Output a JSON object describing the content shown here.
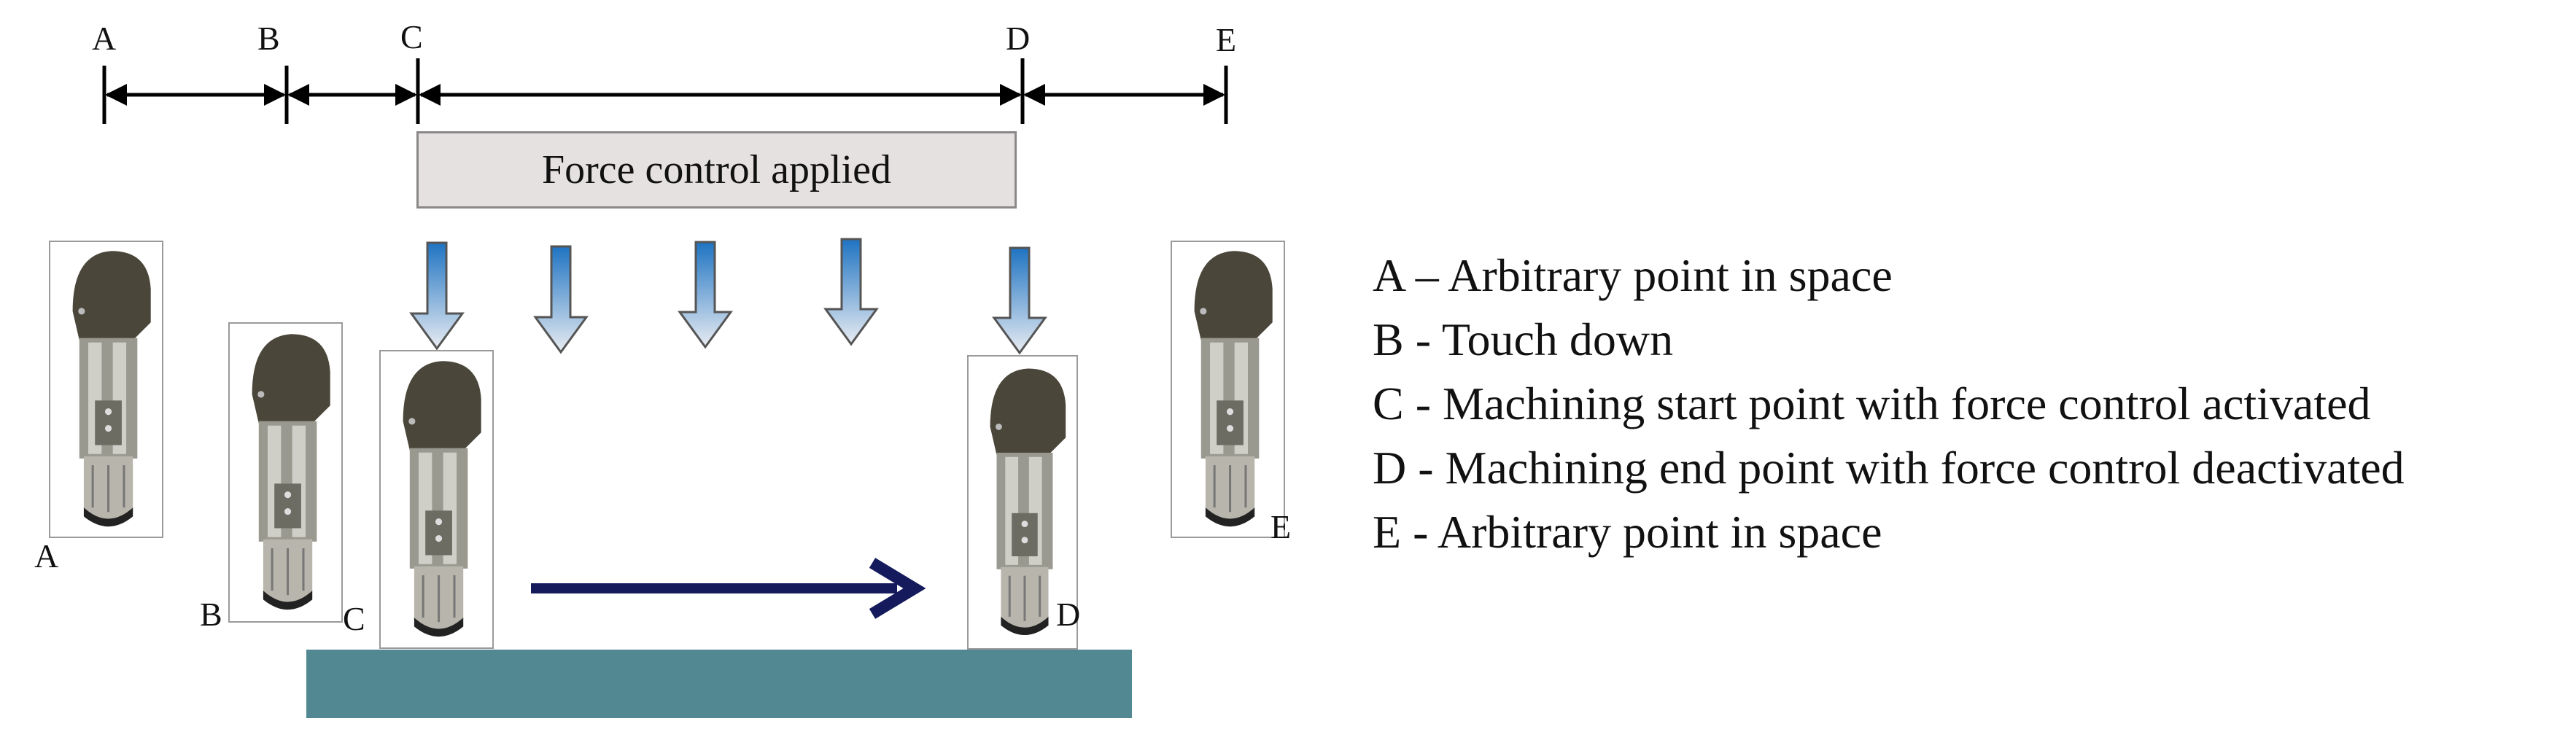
{
  "points": [
    "A",
    "B",
    "C",
    "D",
    "E"
  ],
  "banner": {
    "text": "Force control applied"
  },
  "legend": [
    "A – Arbitrary point in space",
    "B - Touch down",
    "C - Machining start point with force control activated",
    "D - Machining end point with force control deactivated",
    "E - Arbitrary point in space"
  ],
  "colors": {
    "workpiece": "#528891",
    "motion_arrow": "#141a5c",
    "force_arrow_top": "#1e73c2",
    "force_arrow_bottom": "#e8ecf2",
    "banner_fill": "#e6e1e1",
    "tool_body": "#4a463a",
    "tool_frame": "#8f8f86"
  }
}
